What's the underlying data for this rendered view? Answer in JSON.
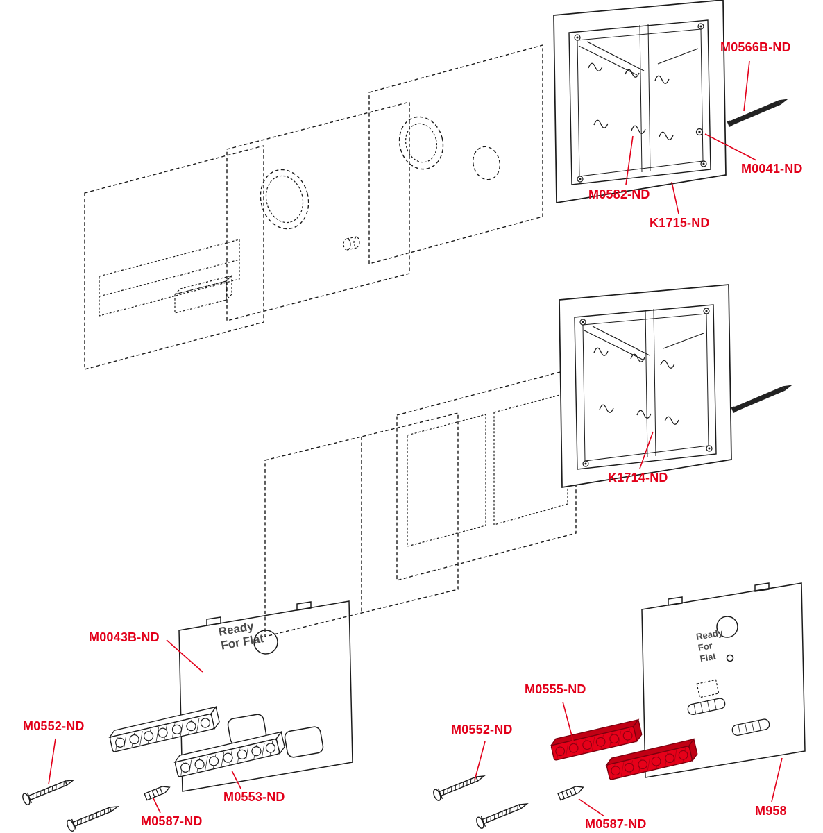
{
  "colors": {
    "label_red": "#e2001a",
    "line_black": "#1b1b1b",
    "highlight_part_red": "#e60019"
  },
  "labels": {
    "m0566b_nd": "M0566B-ND",
    "m0041_nd": "M0041-ND",
    "m0582_nd": "M0582-ND",
    "k1715_nd": "K1715-ND",
    "k1714_nd": "K1714-ND",
    "m0043b_nd": "M0043B-ND",
    "m0552_nd_left": "M0552-ND",
    "m0553_nd": "M0553-ND",
    "m0587_nd_left": "M0587-ND",
    "m0552_nd_right": "M0552-ND",
    "m0555_nd": "M0555-ND",
    "m0587_nd_right": "M0587-ND",
    "m958": "M958"
  },
  "plate_left_text": {
    "line1": "Ready",
    "line2": "For Flat"
  },
  "plate_right_text": {
    "line1": "Ready",
    "line2": "For",
    "line3": "Flat"
  }
}
